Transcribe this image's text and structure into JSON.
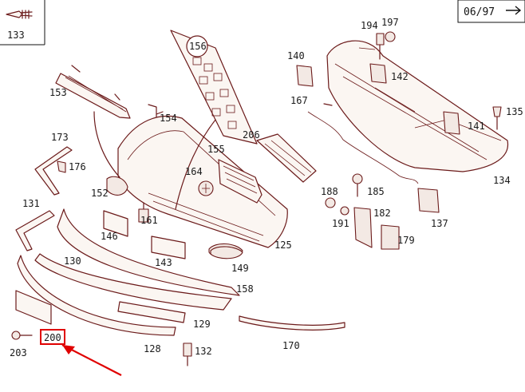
{
  "diagram": {
    "page_ref": "06/97",
    "corner_part": "133",
    "circled_part": "156",
    "highlighted_part": "200",
    "colors": {
      "line": "#6b1a1a",
      "fill": "#fbf6f2",
      "highlight": "#e00000",
      "text": "#111111"
    },
    "labels": [
      "194",
      "197",
      "140",
      "142",
      "153",
      "154",
      "167",
      "135",
      "141",
      "206",
      "173",
      "176",
      "155",
      "164",
      "134",
      "131",
      "152",
      "161",
      "188",
      "185",
      "146",
      "191",
      "182",
      "137",
      "179",
      "130",
      "143",
      "125",
      "149",
      "158",
      "129",
      "170",
      "203",
      "128",
      "132"
    ]
  }
}
